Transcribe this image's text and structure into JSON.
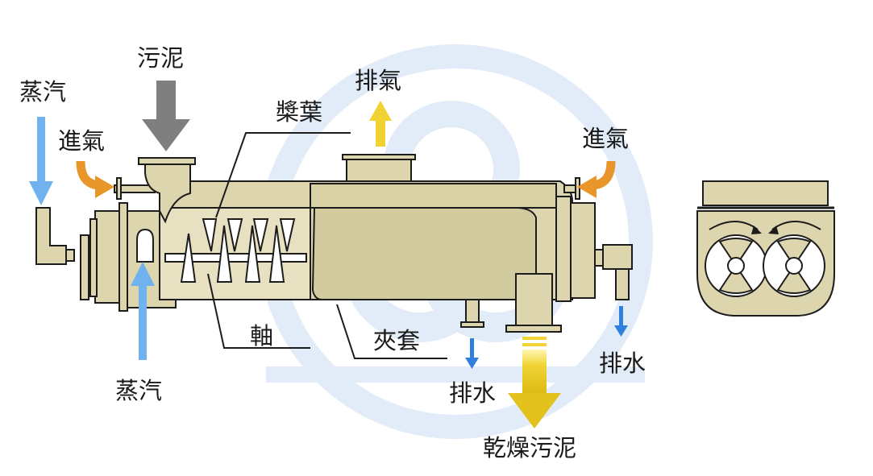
{
  "labels": {
    "steam_top_left": "蒸汽",
    "sludge_in": "污泥",
    "exhaust": "排氣",
    "paddle": "槳葉",
    "air_in_left": "進氣",
    "air_in_right": "進氣",
    "shaft": "軸",
    "jacket": "夾套",
    "steam_bottom": "蒸汽",
    "drain_center": "排水",
    "drain_right": "排水",
    "dried_sludge": "乾燥污泥"
  },
  "colors": {
    "body": "#dcd5ad",
    "body_dark": "#c9c195",
    "outline": "#1c1c1c",
    "steam_arrow": "#6fb2ef",
    "air_arrow": "#e8962a",
    "exhaust_arrow": "#f0d232",
    "sludge_arrow": "#7f7f7f",
    "drain_arrow": "#2f7fdc",
    "product_arrow": "#e3c21e",
    "watermark": "#dce7f8"
  },
  "icons": {
    "watermark": "company-logo-watermark"
  }
}
